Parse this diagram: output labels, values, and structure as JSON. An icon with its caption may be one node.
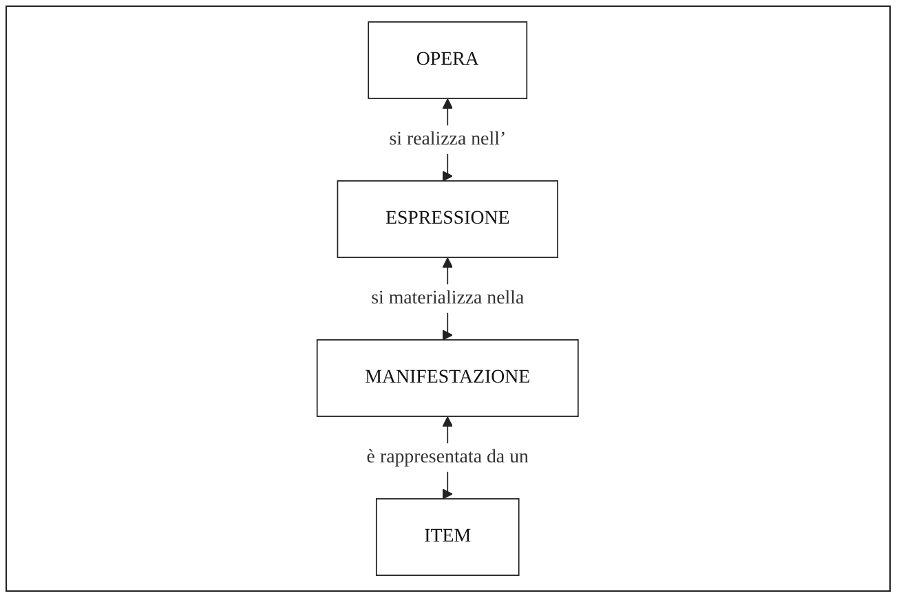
{
  "diagram": {
    "nodes": [
      {
        "text": [
          "OPERA"
        ]
      },
      {
        "text": [
          "ESPRESSIONE"
        ]
      },
      {
        "text": [
          "MANIFESTAZIONE"
        ]
      },
      {
        "text": [
          "ITEM"
        ]
      }
    ],
    "edges": [
      {
        "from": 0,
        "to": 1,
        "arrow": "both",
        "label": "si realizza nell’"
      },
      {
        "from": 1,
        "to": 2,
        "arrow": "both",
        "label": "si materializza nella"
      },
      {
        "from": 2,
        "to": 3,
        "arrow": "both",
        "label": "è rappresentata da un"
      }
    ]
  }
}
